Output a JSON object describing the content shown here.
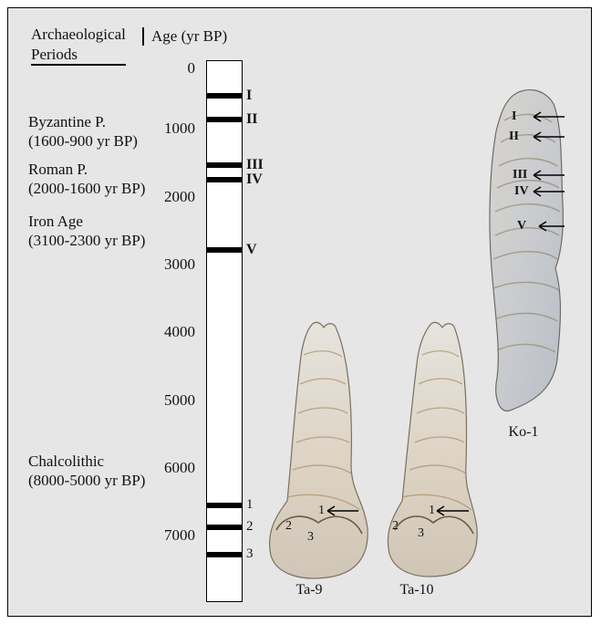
{
  "header": {
    "periods_line1": "Archaeological",
    "periods_line2": "Periods",
    "age_label": "Age (yr BP)"
  },
  "periods": [
    {
      "name": "Byzantine P.",
      "range": "(1600-900 yr BP)"
    },
    {
      "name": "Roman P.",
      "range": "(2000-1600 yr BP)"
    },
    {
      "name": "Iron Age",
      "range": "(3100-2300 yr BP)"
    },
    {
      "name": "Chalcolithic",
      "range": "(8000-5000 yr BP)"
    }
  ],
  "age_axis": {
    "min": 0,
    "max": 7900,
    "ticks": [
      "0",
      "1000",
      "2000",
      "3000",
      "4000",
      "5000",
      "6000",
      "7000"
    ]
  },
  "bands": [
    {
      "label": "I",
      "age": 520
    },
    {
      "label": "II",
      "age": 870
    },
    {
      "label": "III",
      "age": 1550
    },
    {
      "label": "IV",
      "age": 1760
    },
    {
      "label": "V",
      "age": 2800
    },
    {
      "label": "1",
      "age": 6570
    },
    {
      "label": "2",
      "age": 6890
    },
    {
      "label": "3",
      "age": 7290
    }
  ],
  "samples": [
    {
      "label": "Ko-1",
      "arrows": [
        "I",
        "II",
        "III",
        "IV",
        "V"
      ]
    },
    {
      "label": "Ta-9",
      "markers": [
        "1",
        "2",
        "3"
      ]
    },
    {
      "label": "Ta-10",
      "markers": [
        "1",
        "2",
        "3"
      ]
    }
  ],
  "colors": {
    "panel_background": "#e6e6e6",
    "column_fill": "#ffffff",
    "band_color": "#000000",
    "shell_light": "#e3e0da",
    "shell_dark": "#a58a66"
  }
}
